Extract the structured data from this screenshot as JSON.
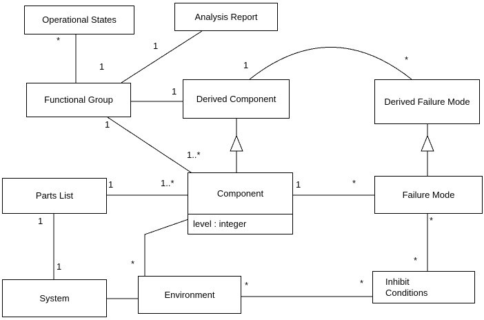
{
  "diagram_type": "uml-class-diagram",
  "classes": {
    "operational_states": {
      "label": "Operational States"
    },
    "analysis_report": {
      "label": "Analysis Report"
    },
    "functional_group": {
      "label": "Functional Group"
    },
    "derived_component": {
      "label": "Derived Component"
    },
    "derived_failure_mode": {
      "label": "Derived Failure Mode"
    },
    "parts_list": {
      "label": "Parts List"
    },
    "component": {
      "label": "Component",
      "attribute": "level : integer"
    },
    "failure_mode": {
      "label": "Failure Mode"
    },
    "system": {
      "label": "System"
    },
    "environment": {
      "label": "Environment"
    },
    "inhibit_conditions": {
      "label": "Inhibit Conditions"
    }
  },
  "multiplicities": {
    "operational_states_end": "*",
    "functional_group_end_from_operational_states": "1",
    "analysis_report_end": "1",
    "derived_component_end_from_functional_group": "1",
    "derived_component_arc_end": "1",
    "derived_failure_mode_arc_end": "*",
    "functional_group_end_to_component": "1",
    "component_end_from_functional_group": "1..*",
    "parts_list_end_to_component": "1",
    "component_end_from_parts_list": "1..*",
    "component_end_to_failure_mode": "1",
    "failure_mode_end_from_component": "*",
    "parts_list_end_to_system": "1",
    "system_end_from_parts_list": "1",
    "environment_end_from_component": "*",
    "environment_end_to_inhibit_conditions": "*",
    "inhibit_conditions_end_from_environment": "*",
    "failure_mode_end_to_inhibit_conditions": "*",
    "inhibit_conditions_end_from_failure_mode": "*"
  },
  "colors": {
    "line": "#000000",
    "box_fill": "#ffffff",
    "text": "#000000",
    "background": "#ffffff"
  }
}
